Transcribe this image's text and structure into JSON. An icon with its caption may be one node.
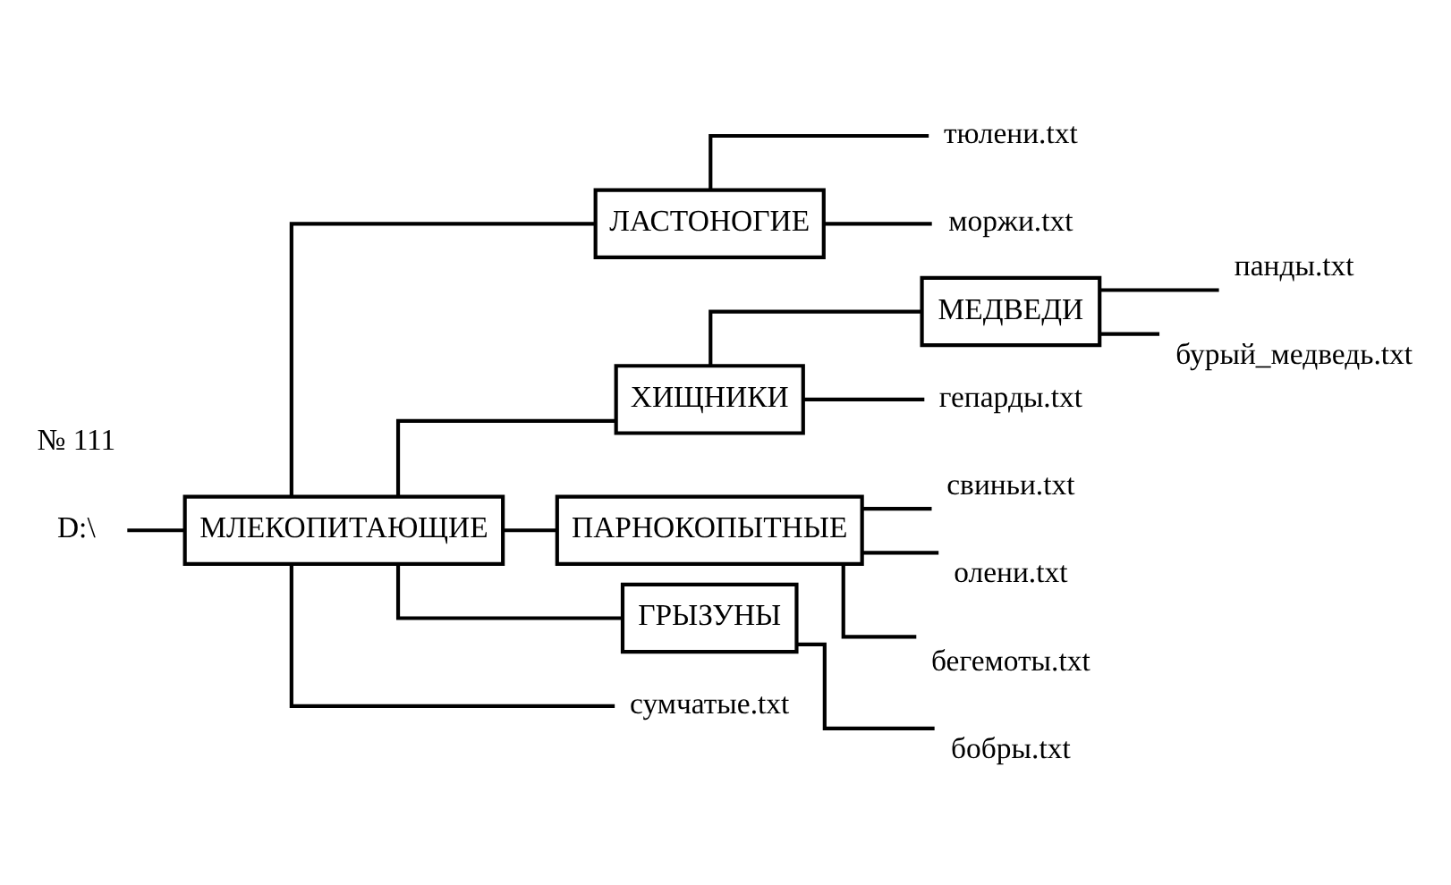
{
  "diagram": {
    "nodes": [
      {
        "text": [
          "D:\\"
        ]
      },
      {
        "text": [
          "МЛЕКОПИТАЮЩИЕ"
        ]
      },
      {
        "text": [
          "ЛАСТОНОГИЕ"
        ]
      },
      {
        "text": [
          "тюлени.txt"
        ]
      },
      {
        "text": [
          "моржи.txt"
        ]
      },
      {
        "text": [
          "ХИЩНИКИ"
        ]
      },
      {
        "text": [
          "МЕДВЕДИ"
        ]
      },
      {
        "text": [
          "панды.txt"
        ]
      },
      {
        "text": [
          "бурый_медведь.txt"
        ]
      },
      {
        "text": [
          "гепарды.txt"
        ]
      },
      {
        "text": [
          "ПАРНОКОПЫТНЫЕ"
        ]
      },
      {
        "text": [
          "свиньи.txt"
        ]
      },
      {
        "text": [
          "олени.txt"
        ]
      },
      {
        "text": [
          "бегемоты.txt"
        ]
      },
      {
        "text": [
          "ГРЫЗУНЫ"
        ]
      },
      {
        "text": [
          "бобры.txt"
        ]
      },
      {
        "text": [
          "сумчатые.txt"
        ]
      }
    ],
    "edges": [
      {
        "from": 0,
        "to": 1,
        "arrow": "none"
      },
      {
        "from": 1,
        "to": 2,
        "arrow": "none"
      },
      {
        "from": 2,
        "to": 3,
        "arrow": "none"
      },
      {
        "from": 2,
        "to": 4,
        "arrow": "none"
      },
      {
        "from": 1,
        "to": 5,
        "arrow": "none"
      },
      {
        "from": 5,
        "to": 6,
        "arrow": "none"
      },
      {
        "from": 6,
        "to": 7,
        "arrow": "none"
      },
      {
        "from": 6,
        "to": 8,
        "arrow": "none"
      },
      {
        "from": 5,
        "to": 9,
        "arrow": "none"
      },
      {
        "from": 1,
        "to": 10,
        "arrow": "none"
      },
      {
        "from": 10,
        "to": 11,
        "arrow": "none"
      },
      {
        "from": 10,
        "to": 12,
        "arrow": "none"
      },
      {
        "from": 10,
        "to": 13,
        "arrow": "none"
      },
      {
        "from": 1,
        "to": 14,
        "arrow": "none"
      },
      {
        "from": 14,
        "to": 15,
        "arrow": "none"
      },
      {
        "from": 1,
        "to": 16,
        "arrow": "none"
      }
    ],
    "labels": [
      "№ 111"
    ]
  }
}
